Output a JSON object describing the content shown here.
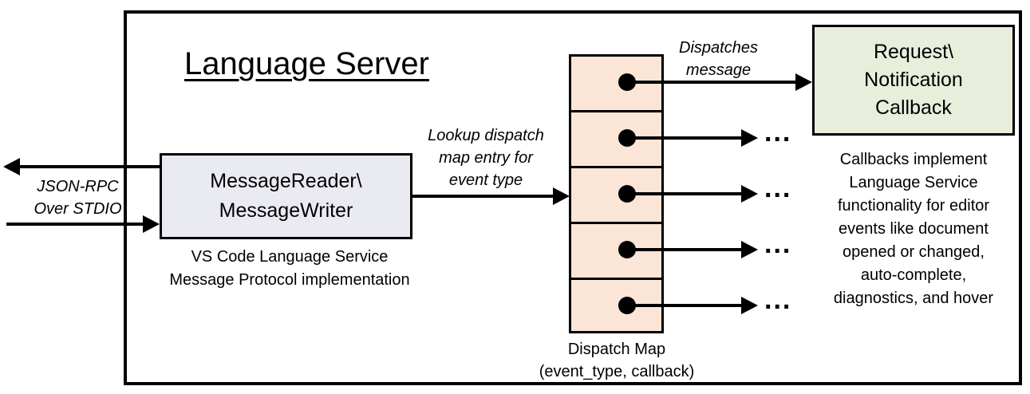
{
  "diagram": {
    "title": "Language Server",
    "io_label": "JSON-RPC\nOver STDIO",
    "message_box": "MessageReader\\\nMessageWriter",
    "message_box_caption": "VS Code Language Service\nMessage Protocol implementation",
    "lookup_label": "Lookup dispatch\nmap entry for\nevent type",
    "dispatches_label": "Dispatches\nmessage",
    "callback_box": "Request\\\nNotification\nCallback",
    "dispatch_map_caption": "Dispatch Map\n(event_type, callback)",
    "callbacks_note": "Callbacks implement\nLanguage Service\nfunctionality for editor\nevents like document\nopened or changed,\nauto-complete,\ndiagnostics, and hover",
    "ellipsis": "...",
    "colors": {
      "message_box_fill": "#eaeaf2",
      "dispatch_cell_fill": "#fbe5d6",
      "callback_box_fill": "#e7eedb",
      "line": "#000000"
    }
  }
}
